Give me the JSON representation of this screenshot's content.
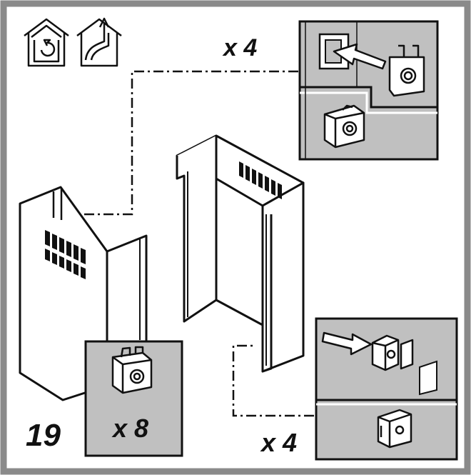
{
  "step_number": "19",
  "quantities": {
    "top_detail": "x 4",
    "clip_box": "x 8",
    "bottom_detail": "x 4"
  },
  "icons": [
    "recirculation-mode-icon",
    "ducted-extraction-mode-icon"
  ],
  "colors": {
    "frame": "#8a8a8a",
    "detail_panel": "#c0c0c0",
    "line": "#111111",
    "part_fill": "#ffffff"
  }
}
